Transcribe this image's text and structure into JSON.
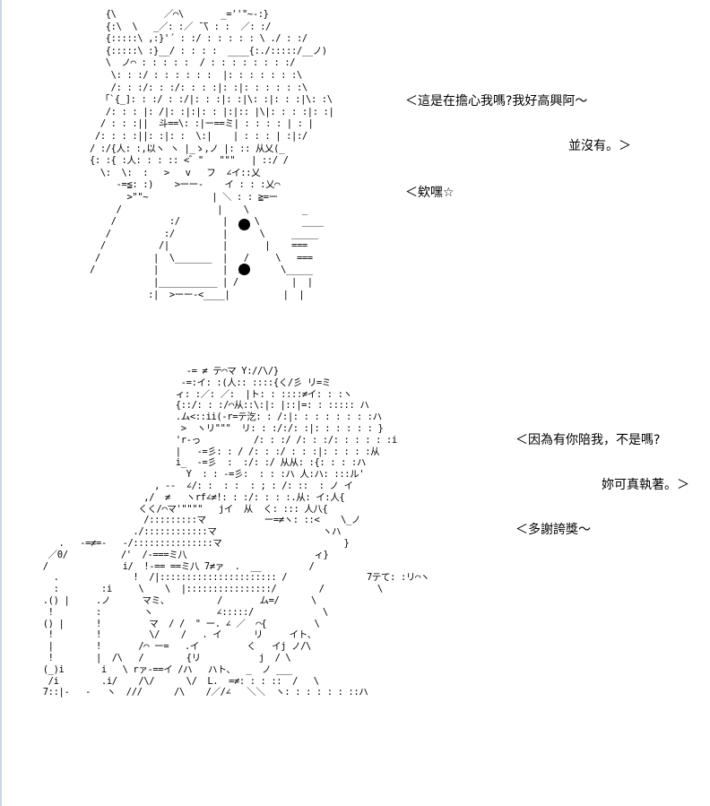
{
  "dialogue": [
    {
      "text": "＜這是在擔心我嗎?我好高興阿～"
    },
    {
      "text": "並沒有。＞"
    },
    {
      "text": "＜欸嘿☆"
    },
    {
      "text": "＜因為有你陪我，不是嗎?"
    },
    {
      "text": "妳可真執著。＞"
    },
    {
      "text": "＜多謝誇獎～"
    }
  ],
  "art": {
    "top": "   {\\         ／⌒\\       _=''\"~-:}\n   {:\\  \\   _／: :／ ̄ ̄\\ : :  ／: :/\n   {:::::\\ ,:}'´ : :/ : : : : : \\ ./ : :/\n   {:::::\\ :}__/ : : : :  ____{:./:::::/__ノ)\n   \\  ノ⌒ : : : : :  / : : : : : : : :/\n    \\: : :/ : : : : : :  |: : : : : : :\\\n    /: : :/: : :/: : : :|: :|: : : : : :\\\n  「`{_]: : :/ : :/|: : :|: :|\\: :|: : :|\\: :\\\n   /: : : |: /|: :|:|: : |:|:: |\\|: : : :|: :|\n  / : : :||  斗==\\: :|ー==ミ| : : : : | : |\n /: : : :||: :|: :  \\:|    | : : : | :|:/\n/ :/{人: :,以ヽ ヽ |_ゝ,ノ |: :: 从乂(_\n{: :{ :人: : : :: <゛\"   \"\"\"   | ::/ /\n  \\:  \\:  :   >   v   フ  ∠イ::乂\n     -=≦: :)    >ーー-    イ : : :乂⌒\n       >\"\"~            | ＼ : : ≧=ー\n     /                  |    \\          _\n    /          :/        |     \\        ____\n   /          :/         |      \\     _____\n  /          /|          |       |    ===\n /          |  \\_______  |   /     \\   ===\n/           |            |  /       \\_____\n            |___________ | /          |  |\n           :|  >ーー-<____|          |  |",
    "bottom": "                              -= ≠ テ⌒マ Y://\\/}\n                             -=:イ: :(人:: ::::{く/彡 リ=ミ\n                            ィ: :／: ／:  |ト: : ::::≠イ: : :ヽ\n                            {::/: : :/⌒从::\\:|: |::|=: : ::::: ハ\n                            .ム<::ii(-r=テ汔: : /:|: : : : : : : :ハ\n                             >  ヽリ\"\"\"  リ: : :/:/: :|: : : : : : }\n                            'r-っ          /: : :/ /: : :/: : : : : :i\n                            |   -=彡: : / /: : :/ : : :|: : : : :从\n                            i_  -=彡  :  :/: :/ 从从: :{: : : :ハ\n                              Y  : : -=彡:  : : :ハ 人:ハ: :::ル'\n                        , ‐‐  ∠/: :  : :  : ; : /: ::  : ノ イ\n                      ,/  ≠   ヽrf∠≠!: : :/: : : :.从: イ:人{\n                     くく/⌒マ'\"\"\"\"   jイ  从  く: ::: 人八{\n                      /:::::::::マ           ー=≠ヽ: ::<    \\_ノ\n                    ./::::::::::::マ                    ヽハ\n      .   -=≠=-   -/:::::::::::::::マ                       }\n    ／0/          /'  /-===ミ八                        ィ}\n   /              i/  !-== ==ミ八 7≠ァ  .  __         /\n     .              !  /|:::::::::::::::::::::: /               7テて: :リ⌒ヽ\n     :        :i     \\    \\  |::::::::::::::::/        /          \\\n   .() |     .ノ      マミ、         /       ム=/      \\\n    !        :        ヽ            ∠:::::/             \\\n   () |      !         マ  / /  \" ー. ∠ ／  ⌒{         \\\n    !        !         \\/    /   . イ      リ     イト、\n    |        !       /⌒ ー=   .イ         く   イj ノ/\\\n    !        |  /\\   /        {リ           j  / \\\n   (_)i       i   \\ rァ-==イ /ハ   ハト、  _  ノ ___\n    /i        .i/    /\\/      \\/  L.  =≠: : : ::  /   \\\n   7::|‐   ‐   ヽ  ///      /\\    /／/∠   ＼＼  ヽ: : : : : : ::ハ"
  }
}
